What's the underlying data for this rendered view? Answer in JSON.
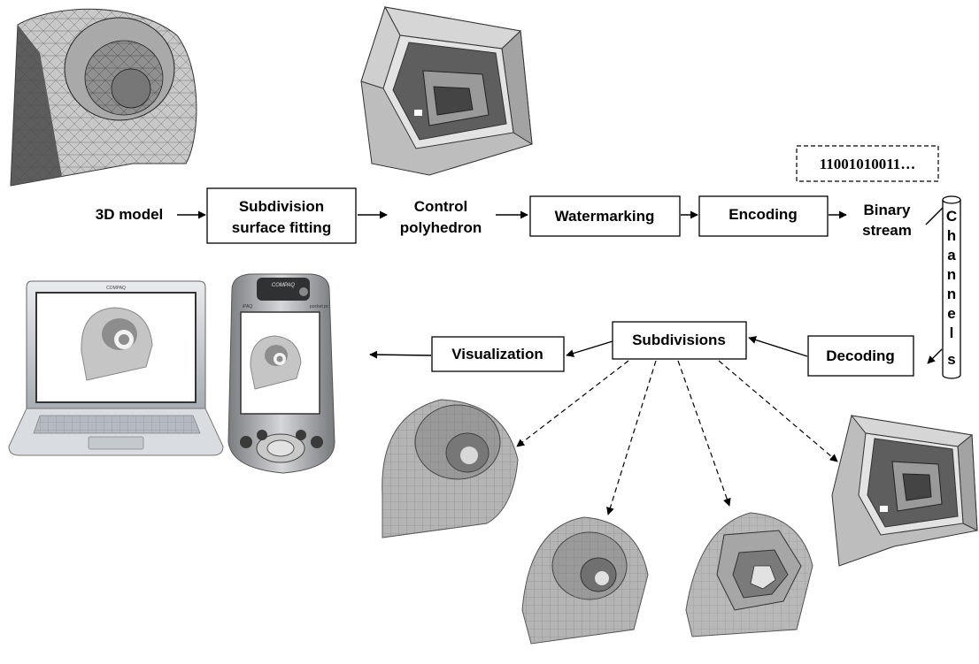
{
  "nodes": {
    "model_3d": "3D model",
    "subdivision_fitting_l1": "Subdivision",
    "subdivision_fitting_l2": "surface fitting",
    "control_l1": "Control",
    "control_l2": "polyhedron",
    "watermarking": "Watermarking",
    "encoding": "Encoding",
    "binary_l1": "Binary",
    "binary_l2": "stream",
    "bitstring": "11001010011…",
    "channels": [
      "C",
      "h",
      "a",
      "n",
      "n",
      "e",
      "l",
      "s"
    ],
    "decoding": "Decoding",
    "subdivisions": "Subdivisions",
    "visualization": "Visualization"
  },
  "devices": {
    "laptop_brand": "COMPAQ",
    "pda_brand": "COMPAQ",
    "pda_model_left": "iPAQ",
    "pda_model_right": "pocket pc"
  },
  "colors": {
    "mesh_gray": "#b9b9b9",
    "mesh_dark": "#6c6c6c",
    "line": "#000000"
  }
}
